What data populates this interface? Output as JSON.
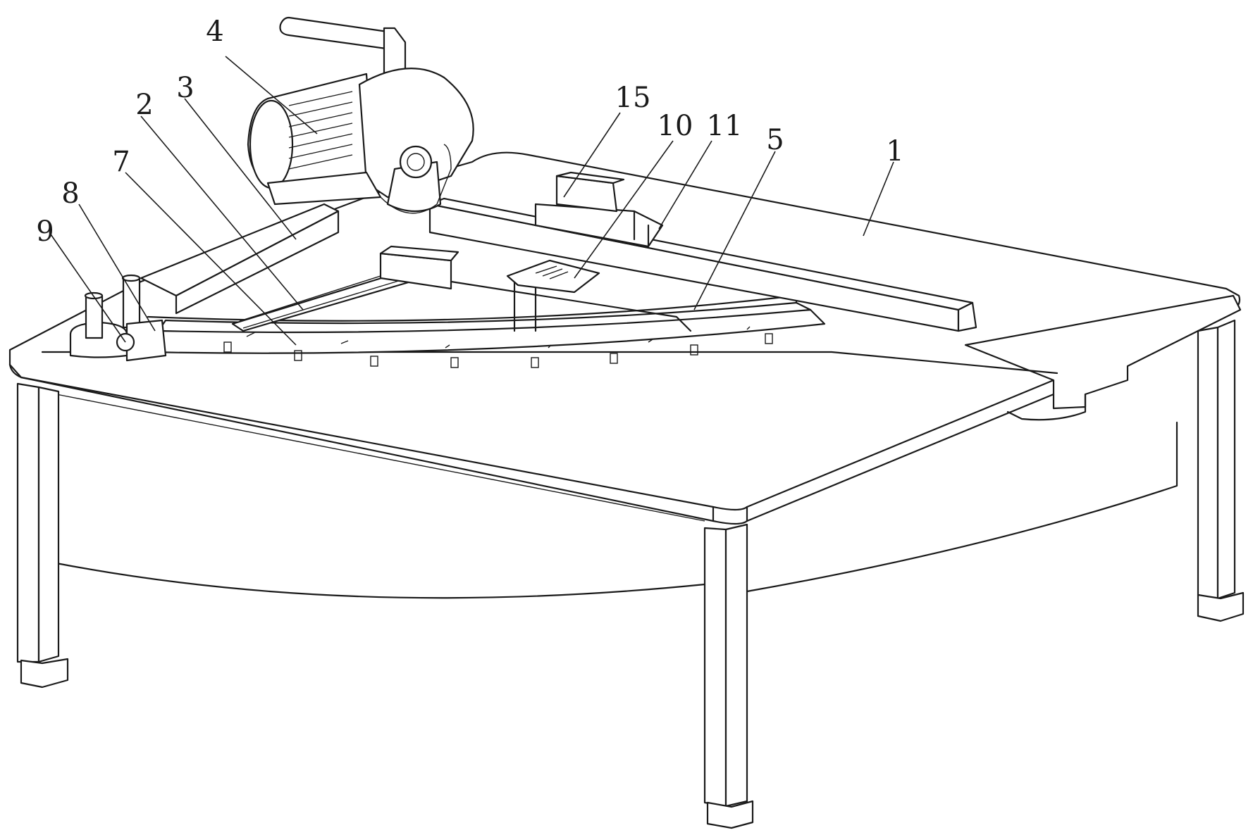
{
  "labels": [
    {
      "id": "1",
      "text": "1"
    },
    {
      "id": "2",
      "text": "2"
    },
    {
      "id": "3",
      "text": "3"
    },
    {
      "id": "4",
      "text": "4"
    },
    {
      "id": "5",
      "text": "5"
    },
    {
      "id": "7",
      "text": "7"
    },
    {
      "id": "8",
      "text": "8"
    },
    {
      "id": "9",
      "text": "9"
    },
    {
      "id": "10",
      "text": "10"
    },
    {
      "id": "11",
      "text": "11"
    },
    {
      "id": "15",
      "text": "15"
    }
  ]
}
